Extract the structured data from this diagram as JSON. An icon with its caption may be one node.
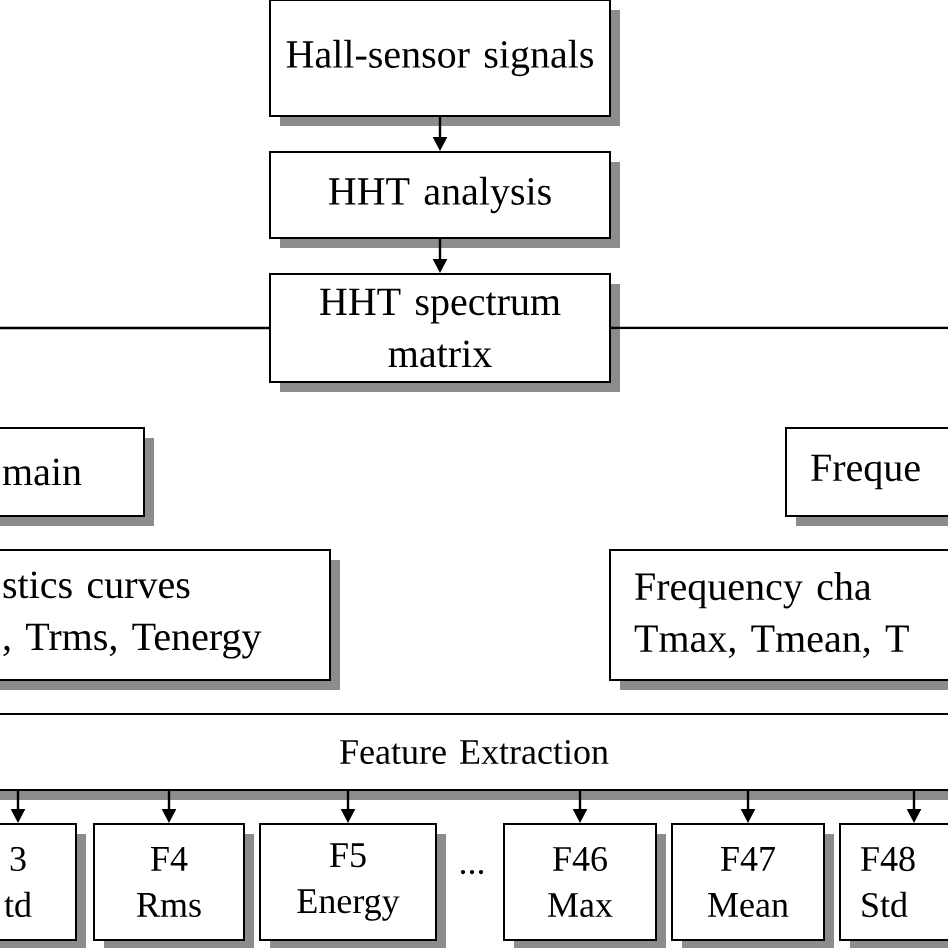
{
  "diagram": {
    "nodes": [
      {
        "text": [
          "Hall-sensor signals"
        ]
      },
      {
        "text": [
          "HHT analysis"
        ]
      },
      {
        "text": [
          "HHT spectrum matrix"
        ]
      },
      {
        "text": [
          "main"
        ]
      },
      {
        "text": [
          "stics curves",
          ", Trms, Tenergy"
        ]
      },
      {
        "text": [
          "Freque"
        ]
      },
      {
        "text": [
          "Frequency cha",
          "Tmax, Tmean, T"
        ]
      },
      {
        "text": [
          "Feature Extraction"
        ]
      },
      {
        "text": [
          "3",
          "td"
        ]
      },
      {
        "text": [
          "F4",
          "Rms"
        ]
      },
      {
        "text": [
          "F5",
          "Energy"
        ]
      },
      {
        "text": [
          "F46",
          "Max"
        ]
      },
      {
        "text": [
          "F47",
          "Mean"
        ]
      },
      {
        "text": [
          "F48",
          "Std"
        ]
      }
    ],
    "edges": [
      {
        "from": 0,
        "to": 1,
        "arrow": "to"
      },
      {
        "from": 1,
        "to": 2,
        "arrow": "to"
      },
      {
        "from": 2,
        "to": null,
        "arrow": "none"
      },
      {
        "from": 2,
        "to": null,
        "arrow": "none"
      },
      {
        "from": 7,
        "to": 8,
        "arrow": "to"
      },
      {
        "from": 7,
        "to": 9,
        "arrow": "to"
      },
      {
        "from": 7,
        "to": 10,
        "arrow": "to"
      },
      {
        "from": 7,
        "to": 11,
        "arrow": "to"
      },
      {
        "from": 7,
        "to": 12,
        "arrow": "to"
      },
      {
        "from": 7,
        "to": 13,
        "arrow": "to"
      }
    ],
    "labels": [
      "..."
    ]
  }
}
